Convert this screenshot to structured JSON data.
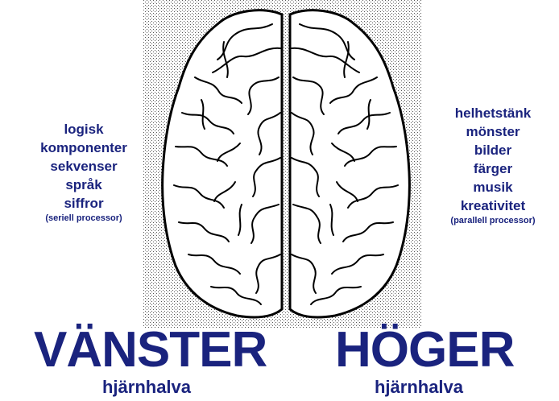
{
  "left": {
    "traits": [
      "logisk",
      "komponenter",
      "sekvenser",
      "språk",
      "siffror"
    ],
    "note": "(seriell processor)",
    "title": "VÄNSTER",
    "subtitle": "hjärnhalva"
  },
  "right": {
    "traits": [
      "helhetstänk",
      "mönster",
      "bilder",
      "färger",
      "musik",
      "kreativitet"
    ],
    "note": "(parallell processor)",
    "title": "HÖGER",
    "subtitle": "hjärnhalva"
  },
  "colors": {
    "text": "#1a237e",
    "brain_outline": "#000000",
    "stipple": "#555555"
  },
  "icons": {
    "illustration": "brain-top-view-icon"
  }
}
